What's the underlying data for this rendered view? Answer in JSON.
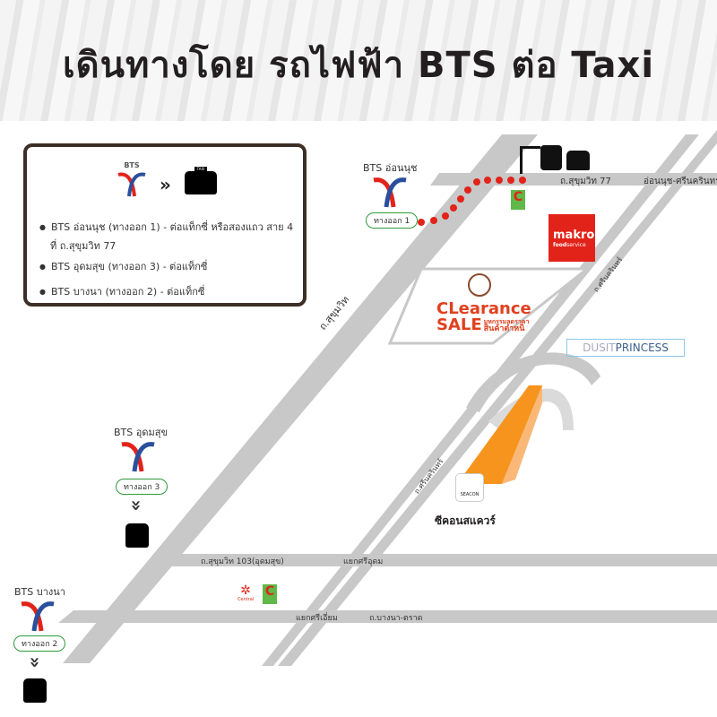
{
  "title": "เดินทางโดย รถไฟฟ้า BTS ต่อ Taxi",
  "infobox": {
    "bts_logo_text": "BTS",
    "taxi_text": "TAXI",
    "arrow": "»",
    "items": [
      {
        "line1": "BTS อ่อนนุช (ทางออก 1) - ต่อแท็กซี่ หรือสองแถว สาย 4",
        "line2": "ที่ ถ.สุขุมวิท 77"
      },
      {
        "line1": "BTS อุดมสุข (ทางออก 3) - ต่อแท็กซี่"
      },
      {
        "line1": "BTS บางนา (ทางออก 2)  - ต่อแท็กซี่"
      }
    ]
  },
  "stations": [
    {
      "name": "BTS อ่อนนุช",
      "exit": "ทางออก 1"
    },
    {
      "name": "BTS อุดมสุข",
      "exit": "ทางออก 3"
    },
    {
      "name": "BTS บางนา",
      "exit": "ทางออก 2"
    }
  ],
  "roads": {
    "sukhumvit": "ถ.สุขุมวิท",
    "soi77": "ถ.สุขุมวิท 77",
    "onnut_srinakarin": "อ่อนนุช-ศรีนครินทร์",
    "srinakarin_upper": "ถ.ศรีนครินทร์",
    "srinakarin_lower": "ถ.ศรีนครินทร์",
    "soi103": "ถ.สุขุมวิท 103(อุดมสุข)",
    "sri_udom_junction": "แยกศรีอุดม",
    "sri_iam_junction": "แยกศรีเอี่ยม",
    "bangna_trad": "ถ.บางนา-ตราด"
  },
  "landmarks": {
    "makro_1": "makro",
    "makro_2": "food",
    "makro_3": "service",
    "clearance_1": "CLearance",
    "clearance_2": "SALE",
    "clearance_3": "มหกรรมลดราคา",
    "clearance_4": "สินค้าตำหนิ",
    "dusit_1": "DUSIT",
    "dusit_2": "PRINCESS",
    "seacon_logo": "SEACON",
    "seacon_name": "ซีคอนสแควร์",
    "central": "Central"
  },
  "colors": {
    "route_dots": "#e2231a",
    "exit_border": "#2e9b3a",
    "seacon": "#f7941d",
    "makro": "#e2231a",
    "road": "#c8c8c8"
  }
}
